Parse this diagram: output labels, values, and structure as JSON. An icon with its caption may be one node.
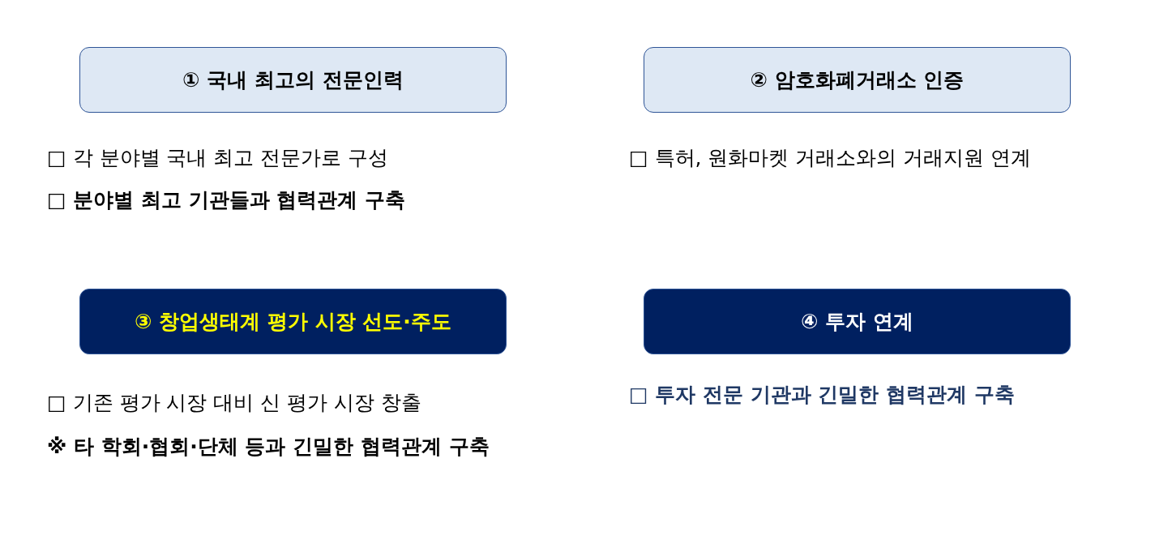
{
  "diagram": {
    "nodes": [
      {
        "text": [
          "① 국내 최고의 전문인력"
        ]
      },
      {
        "text": [
          "② 암호화폐거래소 인증"
        ]
      },
      {
        "text": [
          "③ 창업생태계 평가 시장 선도·주도"
        ]
      },
      {
        "text": [
          "④ 투자 연계"
        ]
      }
    ],
    "labels": [
      "□ 각 분야별 국내 최고 전문가로 구성",
      "□ 분야별 최고 기관들과 협력관계 구축",
      "□ 특허, 원화마켓 거래소와의 거래지원 연계",
      "□ 기존 평가 시장 대비 신 평가 시장 창출",
      "※ 타 학회·협회·단체 등과 긴밀한 협력관계 구축",
      "□ 투자 전문 기관과 긴밀한 협력관계 구축"
    ]
  }
}
